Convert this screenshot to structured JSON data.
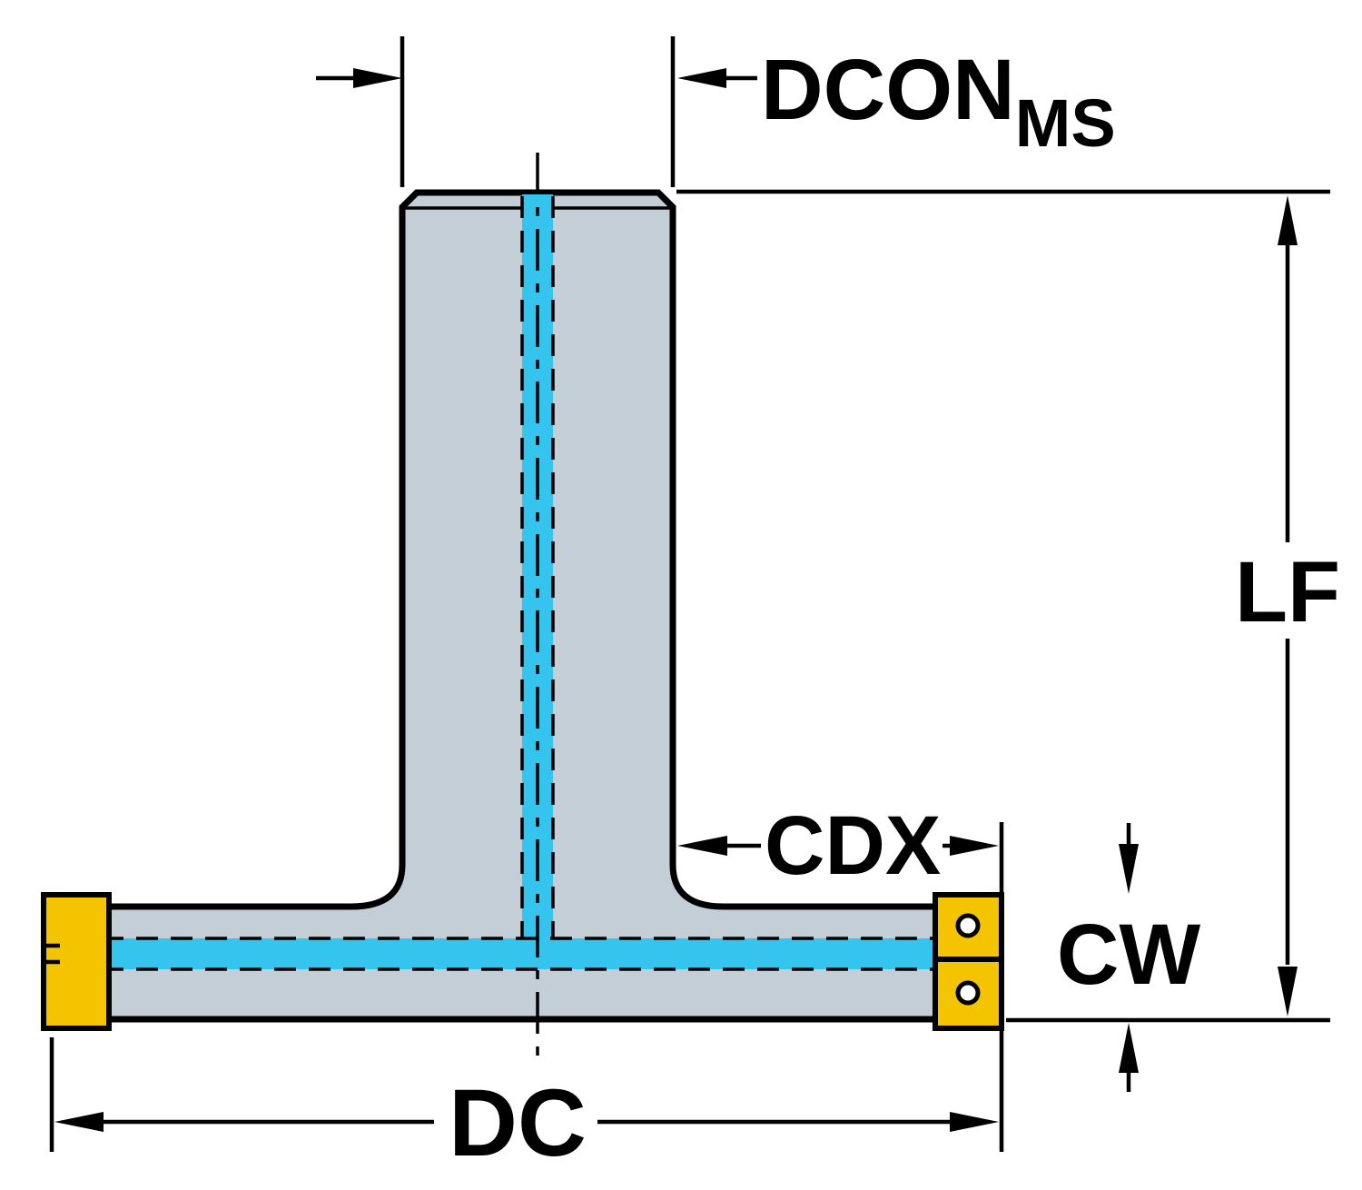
{
  "diagram": {
    "labels": {
      "dcon": {
        "text": "DCON",
        "subscript": "MS"
      },
      "lf": {
        "text": "LF"
      },
      "cdx": {
        "text": "CDX"
      },
      "cw": {
        "text": "CW"
      },
      "dc": {
        "text": "DC"
      }
    },
    "colors": {
      "background": "#ffffff",
      "body": "#c3ced7",
      "coolant": "#35c4ee",
      "insert": "#f5c400",
      "hole": "#ffffff",
      "outline": "#000000"
    }
  }
}
